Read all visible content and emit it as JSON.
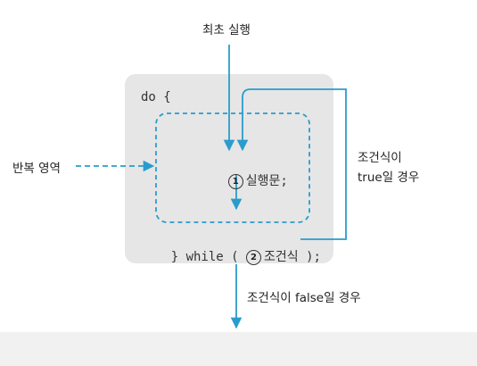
{
  "top_label": "최초 실행",
  "code": {
    "open": "do {",
    "statement_number": "1",
    "statement": "실행문;",
    "close_before": "} while ( ",
    "condition_number": "2",
    "condition": "조건식",
    "close_after": " );"
  },
  "left_label": "반복 영역",
  "right_label_line1": "조건식이",
  "right_label_line2": "true일 경우",
  "bottom_label": "조건식이 false일 경우",
  "colors": {
    "arrow": "#2a9ccc",
    "dashed": "#2a9ccc",
    "box": "#e6e6e6"
  }
}
